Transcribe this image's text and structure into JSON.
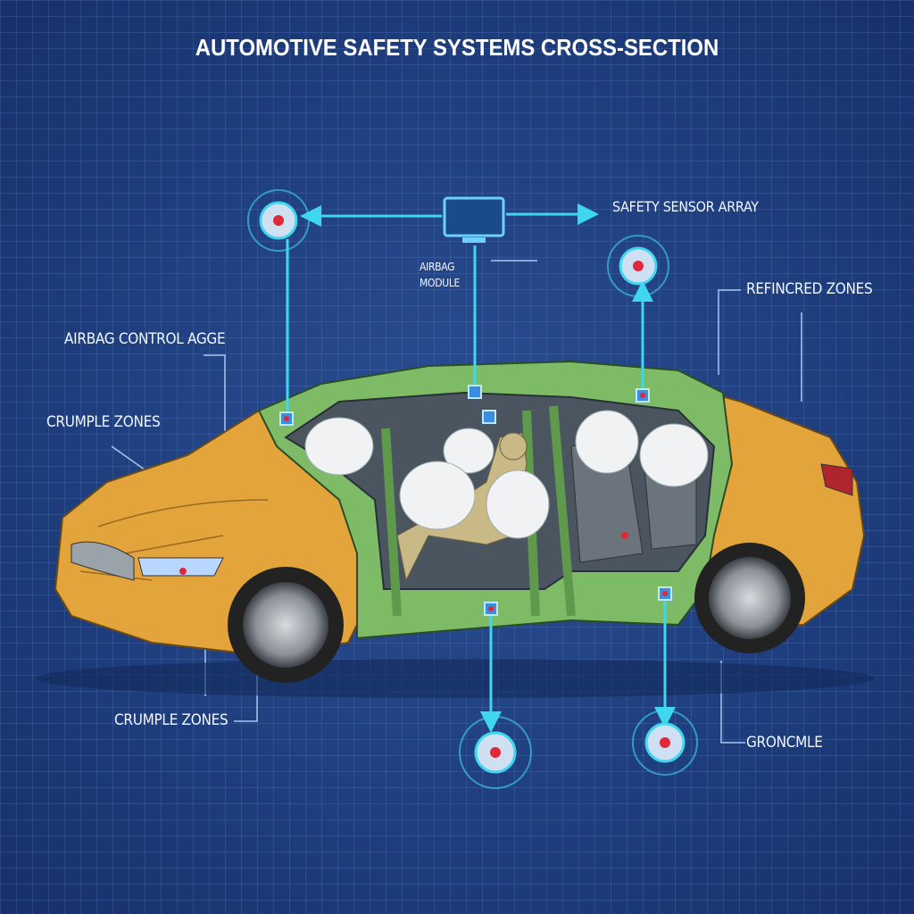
{
  "title": "AUTOMOTIVE SAFETY SYSTEMS CROSS-SECTION",
  "labels": {
    "safety_sensor_array": "SAFETY SENSOR ARRAY",
    "airbag_module_line1": "AIRBAG",
    "airbag_module_line2": "MODULE",
    "airbag_control": "AIRBAG CONTROL AGGE",
    "crumple_zones_top": "CRUMPLE ZONES",
    "crumple_zones_bottom": "CRUMPLE ZONES",
    "reinforced_zones": "REFINCRED ZONES",
    "ground": "GRONCMLE"
  },
  "colors": {
    "background": "#1f3f7d",
    "accent": "#3fd6f0",
    "body": "#e3a43c",
    "frame": "#7dbb66",
    "airbag": "#f1f2f4",
    "sensor": "#e0283a"
  }
}
